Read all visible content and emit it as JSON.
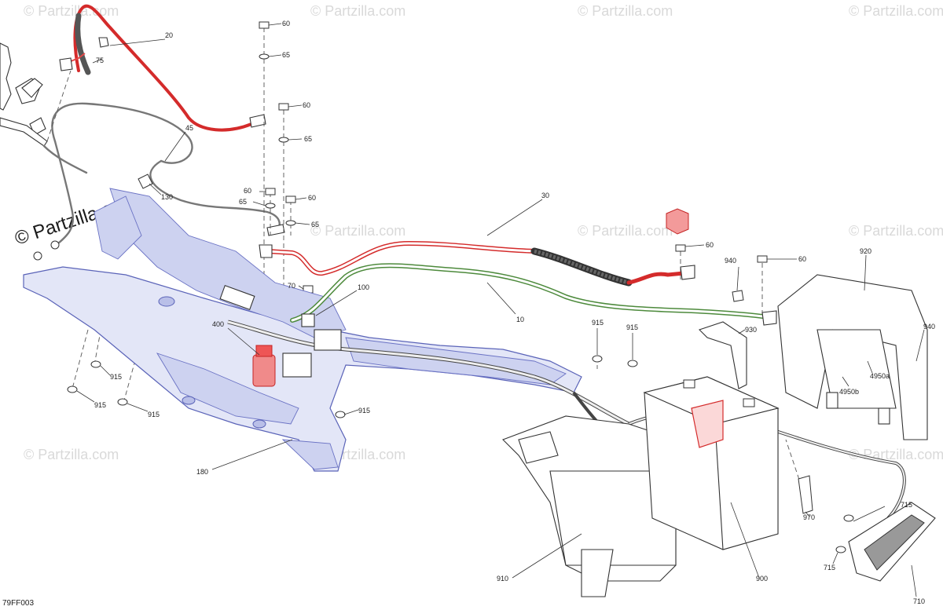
{
  "watermark": {
    "brand": "© Partzilla.com"
  },
  "diagram_code": "79FF003",
  "callouts": [
    {
      "id": "c20",
      "text": "20"
    },
    {
      "id": "c75",
      "text": "75"
    },
    {
      "id": "c45",
      "text": "45"
    },
    {
      "id": "c60a",
      "text": "60"
    },
    {
      "id": "c65a",
      "text": "65"
    },
    {
      "id": "c60b",
      "text": "60"
    },
    {
      "id": "c65b",
      "text": "65"
    },
    {
      "id": "c130",
      "text": "130"
    },
    {
      "id": "c60c",
      "text": "60"
    },
    {
      "id": "c65c",
      "text": "65"
    },
    {
      "id": "c60d",
      "text": "60"
    },
    {
      "id": "c65d",
      "text": "65"
    },
    {
      "id": "c30",
      "text": "30"
    },
    {
      "id": "c60e",
      "text": "60"
    },
    {
      "id": "c940a",
      "text": "940"
    },
    {
      "id": "c60f",
      "text": "60"
    },
    {
      "id": "c920",
      "text": "920"
    },
    {
      "id": "c70",
      "text": "70"
    },
    {
      "id": "c100",
      "text": "100"
    },
    {
      "id": "c10",
      "text": "10"
    },
    {
      "id": "c400",
      "text": "400"
    },
    {
      "id": "c915a",
      "text": "915"
    },
    {
      "id": "c915b",
      "text": "915"
    },
    {
      "id": "c930",
      "text": "930"
    },
    {
      "id": "c940b",
      "text": "940"
    },
    {
      "id": "c4950a",
      "text": "4950a"
    },
    {
      "id": "c4950b",
      "text": "4950b"
    },
    {
      "id": "c915c",
      "text": "915"
    },
    {
      "id": "c915d",
      "text": "915"
    },
    {
      "id": "c915e",
      "text": "915"
    },
    {
      "id": "c915f",
      "text": "915"
    },
    {
      "id": "c180",
      "text": "180"
    },
    {
      "id": "c970",
      "text": "970"
    },
    {
      "id": "c715a",
      "text": "715"
    },
    {
      "id": "c715b",
      "text": "715"
    },
    {
      "id": "c910",
      "text": "910"
    },
    {
      "id": "c900",
      "text": "900"
    },
    {
      "id": "c710",
      "text": "710"
    }
  ]
}
